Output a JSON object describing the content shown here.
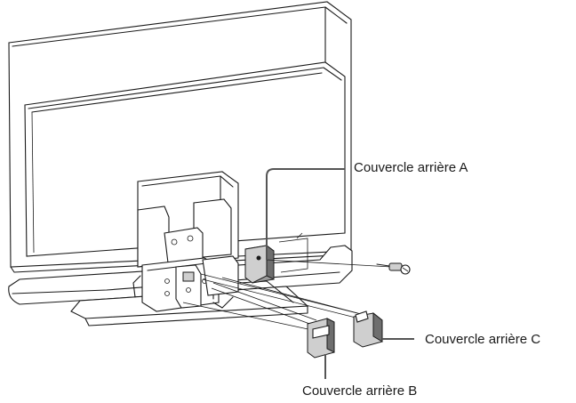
{
  "labels": {
    "cover_a": "Couvercle arrière A",
    "cover_b": "Couvercle arrière B",
    "cover_c": "Couvercle arrière C"
  }
}
